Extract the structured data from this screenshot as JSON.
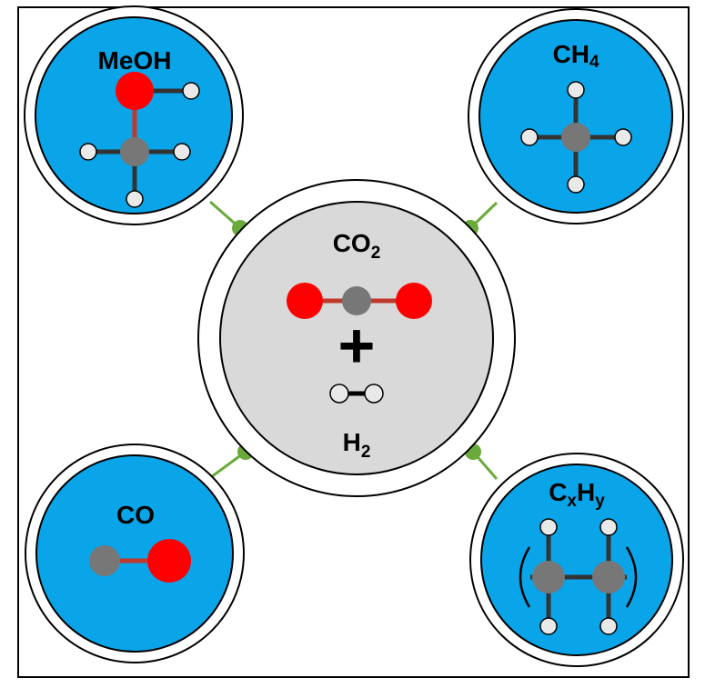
{
  "center": {
    "top_label": "CO",
    "top_sub": "2",
    "bottom_label": "H",
    "bottom_sub": "2",
    "plus": "+"
  },
  "nodes": {
    "meoh": {
      "label": "MeOH"
    },
    "ch4": {
      "label": "CH",
      "sub": "4"
    },
    "co": {
      "label": "CO"
    },
    "cxhy": {
      "label_c": "C",
      "sub_x": "x",
      "label_h": "H",
      "sub_y": "y"
    }
  },
  "colors": {
    "node_fill": "#0aa4e8",
    "center_fill": "#d9d9d9",
    "oxygen": "#ff0000",
    "carbon": "#777777",
    "hydrogen": "#e9e9e9",
    "connector": "#6aaa3a"
  }
}
